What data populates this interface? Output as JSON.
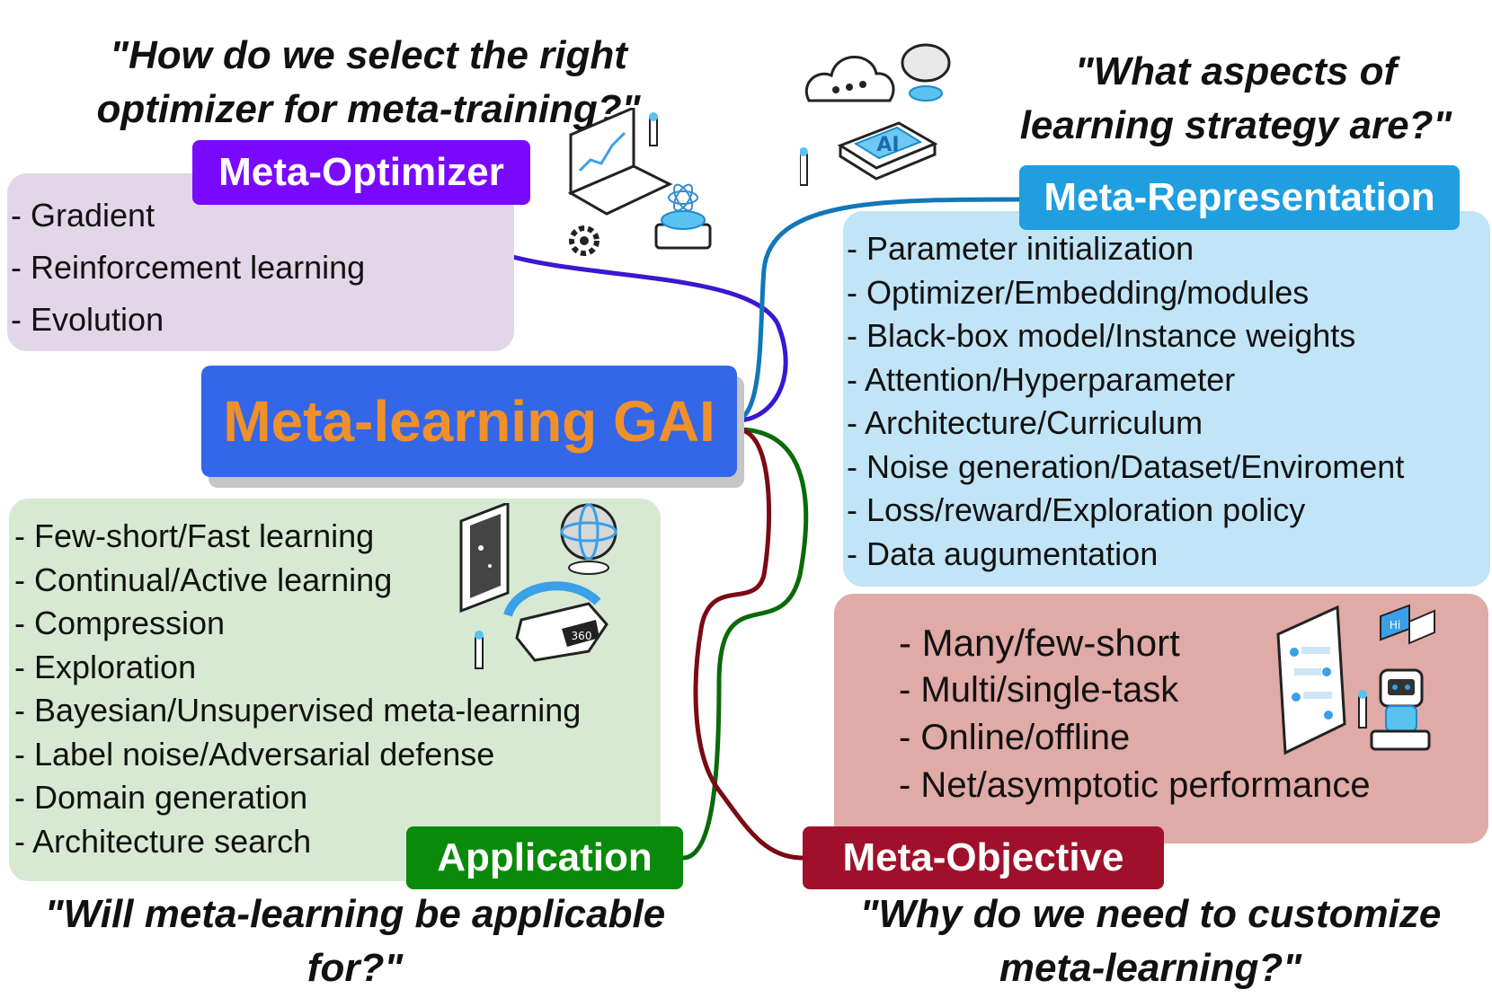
{
  "center": {
    "title": "Meta-learning GAI"
  },
  "optimizer": {
    "question": [
      "\"How do we select the right",
      "optimizer for meta-training?\""
    ],
    "label": "Meta-Optimizer",
    "items": [
      "- Gradient",
      "- Reinforcement learning",
      "- Evolution"
    ]
  },
  "representation": {
    "question": [
      "\"What aspects of",
      "learning strategy are?\""
    ],
    "label": "Meta-Representation",
    "items": [
      "- Parameter initialization",
      "- Optimizer/Embedding/modules",
      "- Black-box model/Instance weights",
      "- Attention/Hyperparameter",
      "- Architecture/Curriculum",
      "- Noise generation/Dataset/Enviroment",
      "- Loss/reward/Exploration policy",
      "- Data augumentation"
    ]
  },
  "application": {
    "question": [
      "\"Will meta-learning be applicable",
      "for?\""
    ],
    "label": "Application",
    "items": [
      "- Few-short/Fast learning",
      "- Continual/Active learning",
      "- Compression",
      "- Exploration",
      "- Bayesian/Unsupervised meta-learning",
      "- Label noise/Adversarial defense",
      "- Domain generation",
      "- Architecture search"
    ]
  },
  "objective": {
    "question": [
      "\"Why do we need to customize",
      "meta-learning?\""
    ],
    "label": "Meta-Objective",
    "items": [
      "- Many/few-short",
      "- Multi/single-task",
      "- Online/offline",
      "- Net/asymptotic performance"
    ]
  },
  "illustrations": {
    "ai_chip_text": "AI",
    "vr_text": "360",
    "chat_text": "Hi"
  },
  "colors": {
    "center_fill": "#3367e8",
    "center_text": "#f0902a",
    "center_shadow": "#c6c6c6",
    "optimizer_tag": "#7a0aff",
    "optimizer_panel": "#e3d6e8",
    "optimizer_wire": "#3a17d1",
    "representation_tag": "#1f9fe0",
    "representation_panel": "#c1e4f6",
    "representation_wire": "#1177b8",
    "application_tag": "#0a8a0a",
    "application_panel": "#d7e9d2",
    "application_wire": "#0a6a0a",
    "objective_tag": "#a0102a",
    "objective_panel": "#e0aaa6",
    "objective_wire": "#7a0a14"
  }
}
